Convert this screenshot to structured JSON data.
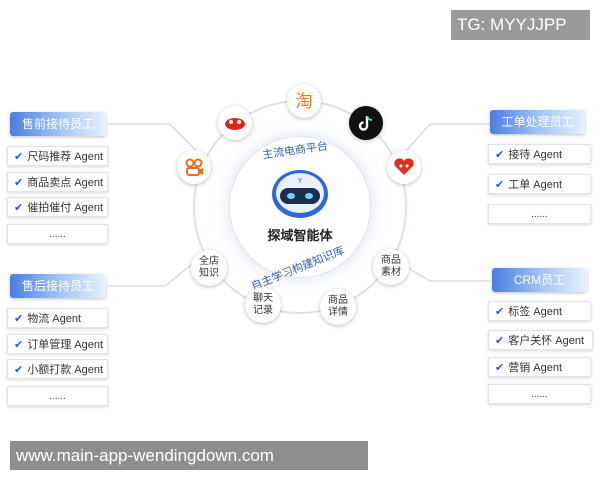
{
  "watermark": {
    "tg": "TG: MYYJJPP",
    "url": "www.main-app-wendingdown.com"
  },
  "center": {
    "title": "探域智能体",
    "top_arc": "主流电商平台",
    "bottom_arc": "自主学习构建知识库"
  },
  "ring_nodes": {
    "knowledge_store": "全店\n知识",
    "chat_records": "聊天\n记录",
    "product_details": "商品\n详情",
    "product_materials": "商品\n素材"
  },
  "platform_icons": [
    "kuaishou-icon",
    "jd-icon",
    "taobao-icon",
    "douyin-icon",
    "pinduoduo-icon"
  ],
  "groups": {
    "presales": {
      "title": "售前接待员工",
      "items": [
        "尺码推荐 Agent",
        "商品卖点 Agent",
        "催拍催付 Agent"
      ],
      "more": "......"
    },
    "aftersales": {
      "title": "售后接待员工",
      "items": [
        "物流 Agent",
        "订单管理 Agent",
        "小额打款 Agent"
      ],
      "more": "......"
    },
    "ticket": {
      "title": "工单处理员工",
      "items": [
        "接待 Agent",
        "工单 Agent"
      ],
      "more": "......"
    },
    "crm": {
      "title": "CRM员工",
      "items": [
        "标签 Agent",
        "客户关怀 Agent",
        "营销 Agent"
      ],
      "more": "......"
    }
  },
  "colors": {
    "accent": "#2a55c8",
    "title_gradient_start": "#4a7fe0",
    "ring": "#dbe2ec"
  }
}
